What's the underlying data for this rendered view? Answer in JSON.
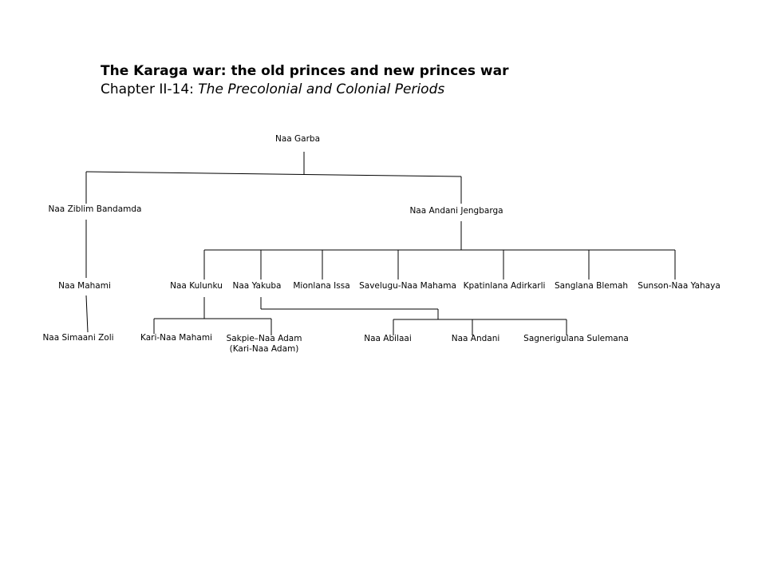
{
  "header": {
    "title": "The Karaga war:  the old princes and new princes war",
    "chapter_prefix": "Chapter II-14:  ",
    "chapter_title": "The Precolonial and Colonial Periods"
  },
  "nodes": {
    "naa_garba": "Naa Garba",
    "naa_ziblim_bandamda": "Naa Ziblim Bandamda",
    "naa_andani_jengbarga": "Naa Andani Jengbarga",
    "naa_mahami": "Naa Mahami",
    "naa_simaani_zoli": "Naa Simaani Zoli",
    "naa_kulunku": "Naa Kulunku",
    "naa_yakuba": "Naa Yakuba",
    "mionlana_issa": "Mionlana Issa",
    "savelugu_naa_mahama": "Savelugu-Naa Mahama",
    "kpatinlana_adirkarli": "Kpatinlana Adirkarli",
    "sanglana_blemah": "Sanglana Blemah",
    "sunson_naa_yahaya": "Sunson-Naa Yahaya",
    "kari_naa_mahami": "Kari-Naa Mahami",
    "sakpie_naa_adam": "Sakpie–Naa Adam",
    "sakpie_naa_adam_alias": "(Kari-Naa Adam)",
    "naa_abilaai": "Naa Abilaai",
    "naa_andani": "Naa Andani",
    "sagnerigulana_sulemana": "Sagnerigulana Sulemana"
  }
}
